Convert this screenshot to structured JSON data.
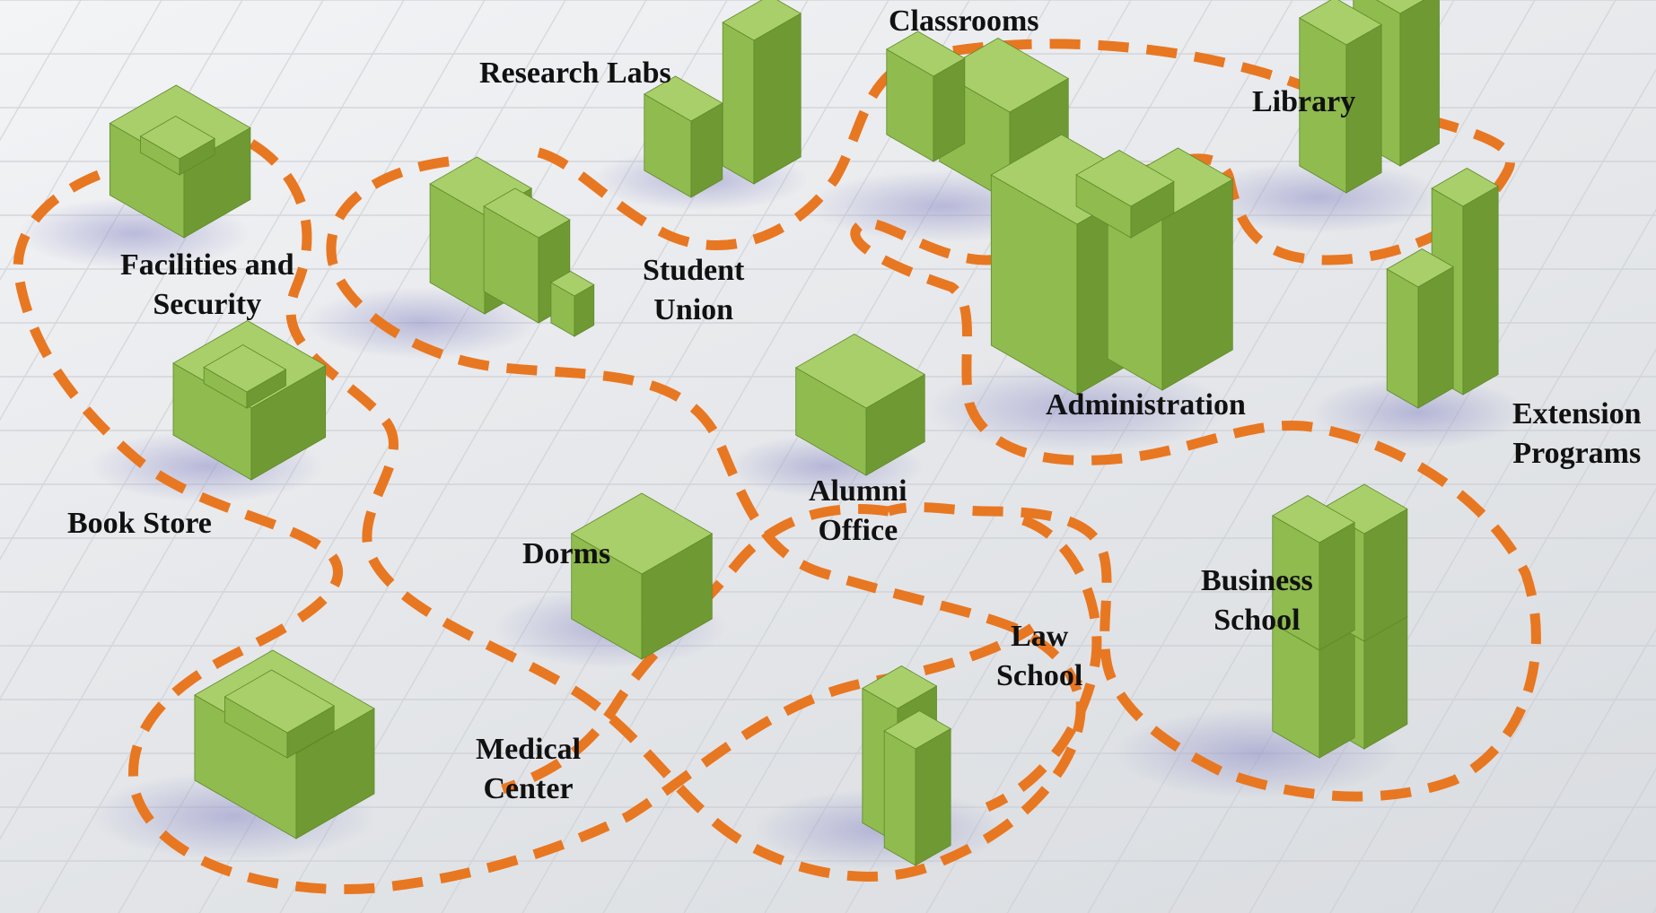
{
  "labels": {
    "classrooms": "Classrooms",
    "research_labs": "Research Labs",
    "library": "Library",
    "facilities": [
      "Facilities and",
      "Security"
    ],
    "student_union": [
      "Student",
      "Union"
    ],
    "administration": "Administration",
    "extension": [
      "Extension",
      "Programs"
    ],
    "book_store": "Book Store",
    "alumni": [
      "Alumni",
      "Office"
    ],
    "dorms": "Dorms",
    "business": [
      "Business",
      "School"
    ],
    "law": [
      "Law",
      "School"
    ],
    "medical": [
      "Medical",
      "Center"
    ]
  },
  "colors": {
    "building_top": "#a9cf6a",
    "building_left": "#8fbb4f",
    "building_right": "#6f9a33",
    "path": "#e87722"
  }
}
